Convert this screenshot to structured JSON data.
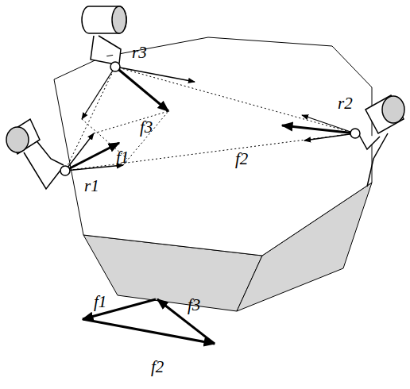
{
  "diagram": {
    "labels": [
      "r3",
      "r2",
      "f3",
      "f1",
      "r1",
      "f2",
      "f1",
      "f3",
      "f2"
    ]
  }
}
